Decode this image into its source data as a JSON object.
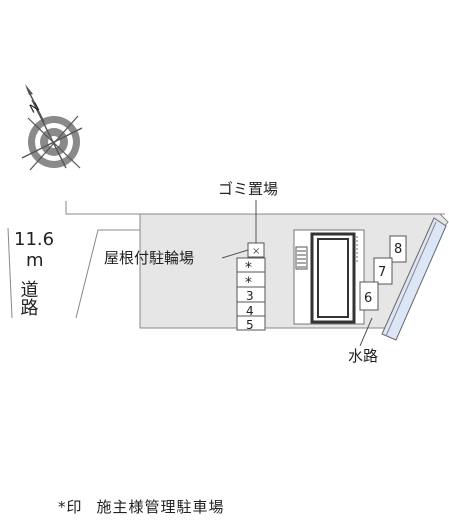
{
  "compass": {
    "north_label": "N"
  },
  "labels": {
    "garbage": "ゴミ置場",
    "bike_parking": "屋根付駐輪場",
    "road_width": "11.6",
    "road_unit": "m",
    "road_text": "道路",
    "waterway": "水路"
  },
  "parking": {
    "left_column": [
      "*",
      "*",
      "3",
      "4",
      "5"
    ],
    "right_stack": [
      "6",
      "7",
      "8"
    ]
  },
  "legend": {
    "symbol": "*印",
    "text": "施主様管理駐車場"
  },
  "colors": {
    "lot_fill": "#e6e6e6",
    "waterway_fill": "#dde6f7",
    "building_outline": "#333333"
  }
}
